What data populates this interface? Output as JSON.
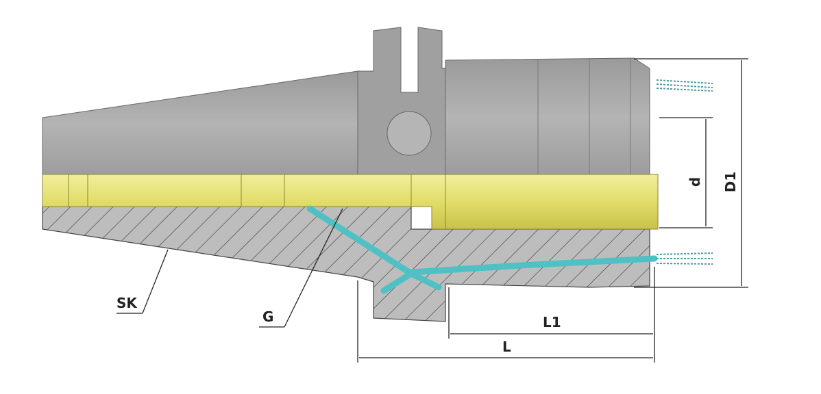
{
  "labels": {
    "sk": "SK",
    "g": "G",
    "l1": "L1",
    "l": "L",
    "d": "d",
    "d1": "D1"
  },
  "colors": {
    "body": "#a9a9a9",
    "body_dark": "#8e8e8e",
    "tool": "#e6e27a",
    "coolant": "#4fc1c4",
    "hatch": "#555555"
  }
}
